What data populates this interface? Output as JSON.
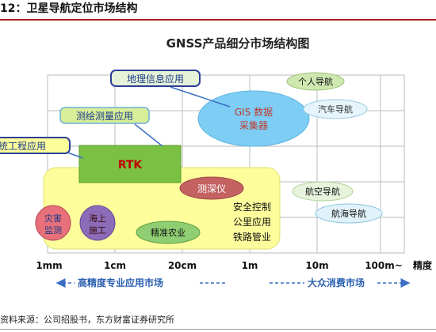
{
  "header": {
    "figure_title": "12：卫星导航定位市场结构"
  },
  "chart": {
    "title": "GNSS产品细分市场结构图",
    "x_ticks": [
      "1mm",
      "1cm",
      "20cm",
      "1m",
      "10m",
      "100m~"
    ],
    "x_unit": "精度",
    "segments": {
      "left": "高精度专业应用市场",
      "right": "大众消费市场"
    }
  },
  "labels": {
    "gis_app": "地理信息应用",
    "survey_app": "测绘测量应用",
    "system_app": "统工程应用",
    "rtk": "RTK",
    "gis_line1": "GIS 数据",
    "gis_line2": "采集器",
    "depth": "测深仪",
    "safety": [
      "安全控制",
      "公里应用",
      "铁路管业"
    ],
    "disaster": [
      "灾害",
      "监测"
    ],
    "offshore": [
      "海上",
      "施工"
    ],
    "agri": "精准农业",
    "personal": "个人导航",
    "car": "汽车导航",
    "aviation": "航空导航",
    "marine": "航海导航"
  },
  "colors": {
    "yellow_region": "#fdfd9c",
    "rtk_green": "#7ac143",
    "gis_blue": "#7ecdf4",
    "depth_red": "#c46161",
    "personal_green": "#cfe8b0",
    "car_lightblue": "#e6f5fb",
    "aviation_green": "#e8f3dd",
    "marine_lightblue": "#e1f2fa",
    "disaster_pink": "#e8707a",
    "offshore_purple": "#8c6bb8",
    "agri_green": "#8fce72",
    "blue_text": "#2b60b0",
    "grid": "#bbbbbb"
  },
  "source": "资料来源：公司招股书，东方财富证券研究所"
}
